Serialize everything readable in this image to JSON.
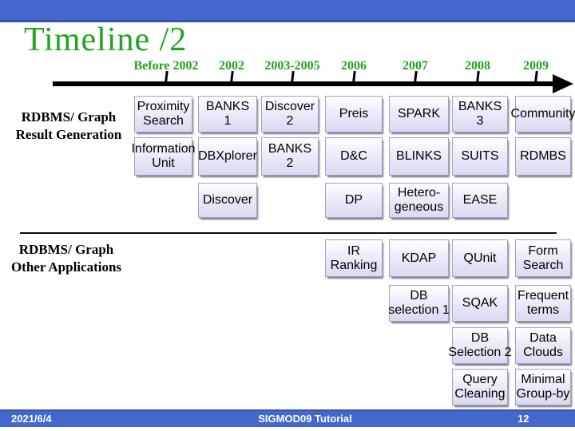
{
  "slide": {
    "title": "Timeline /2",
    "timeline": {
      "year_labels": [
        "Before 2002",
        "2002",
        "2003-2005",
        "2006",
        "2007",
        "2008",
        "2009"
      ]
    },
    "sections": [
      {
        "label": "RDBMS/ Graph\nResult Generation"
      },
      {
        "label": "RDBMS/ Graph\nOther Applications"
      }
    ],
    "boxes": [
      {
        "label": "Proximity\nSearch",
        "col": 0,
        "row": 0
      },
      {
        "label": "BANKS\n1",
        "col": 1,
        "row": 0
      },
      {
        "label": "Discover\n2",
        "col": 2,
        "row": 0
      },
      {
        "label": "Preis",
        "col": 3,
        "row": 0
      },
      {
        "label": "SPARK",
        "col": 4,
        "row": 0
      },
      {
        "label": "BANKS\n3",
        "col": 5,
        "row": 0
      },
      {
        "label": "Community",
        "col": 6,
        "row": 0
      },
      {
        "label": "Information\nUnit",
        "col": 0,
        "row": 1
      },
      {
        "label": "DBXplorer",
        "col": 1,
        "row": 1
      },
      {
        "label": "BANKS\n2",
        "col": 2,
        "row": 1
      },
      {
        "label": "D&C",
        "col": 3,
        "row": 1
      },
      {
        "label": "BLINKS",
        "col": 4,
        "row": 1
      },
      {
        "label": "SUITS",
        "col": 5,
        "row": 1
      },
      {
        "label": "RDMBS",
        "col": 6,
        "row": 1
      },
      {
        "label": "Discover",
        "col": 1,
        "row": 2
      },
      {
        "label": "DP",
        "col": 3,
        "row": 2
      },
      {
        "label": "Hetero-\ngeneous",
        "col": 4,
        "row": 2
      },
      {
        "label": "EASE",
        "col": 5,
        "row": 2
      },
      {
        "label": "IR\nRanking",
        "col": 3,
        "row": 3
      },
      {
        "label": "KDAP",
        "col": 4,
        "row": 3
      },
      {
        "label": "QUnit",
        "col": 5,
        "row": 3
      },
      {
        "label": "Form\nSearch",
        "col": 6,
        "row": 3
      },
      {
        "label": "DB\nselection 1",
        "col": 4,
        "row": 4
      },
      {
        "label": "SQAK",
        "col": 5,
        "row": 4
      },
      {
        "label": "Frequent\nterms",
        "col": 6,
        "row": 4
      },
      {
        "label": "DB\nSelection 2",
        "col": 5,
        "row": 5
      },
      {
        "label": "Data\nClouds",
        "col": 6,
        "row": 5
      },
      {
        "label": "Query\nCleaning",
        "col": 5,
        "row": 6
      },
      {
        "label": "Minimal\nGroup-by",
        "col": 6,
        "row": 6
      }
    ],
    "footer": {
      "date": "2021/6/4",
      "title": "SIGMOD09 Tutorial",
      "page": "12"
    },
    "colors": {
      "bar_blue": "#4467CE",
      "bar_blue_dark": "#3553A8",
      "title_green": "#1FA51F",
      "box_border": "#9FA3C8",
      "box_fill_bottom": "#D9D9F2"
    }
  }
}
